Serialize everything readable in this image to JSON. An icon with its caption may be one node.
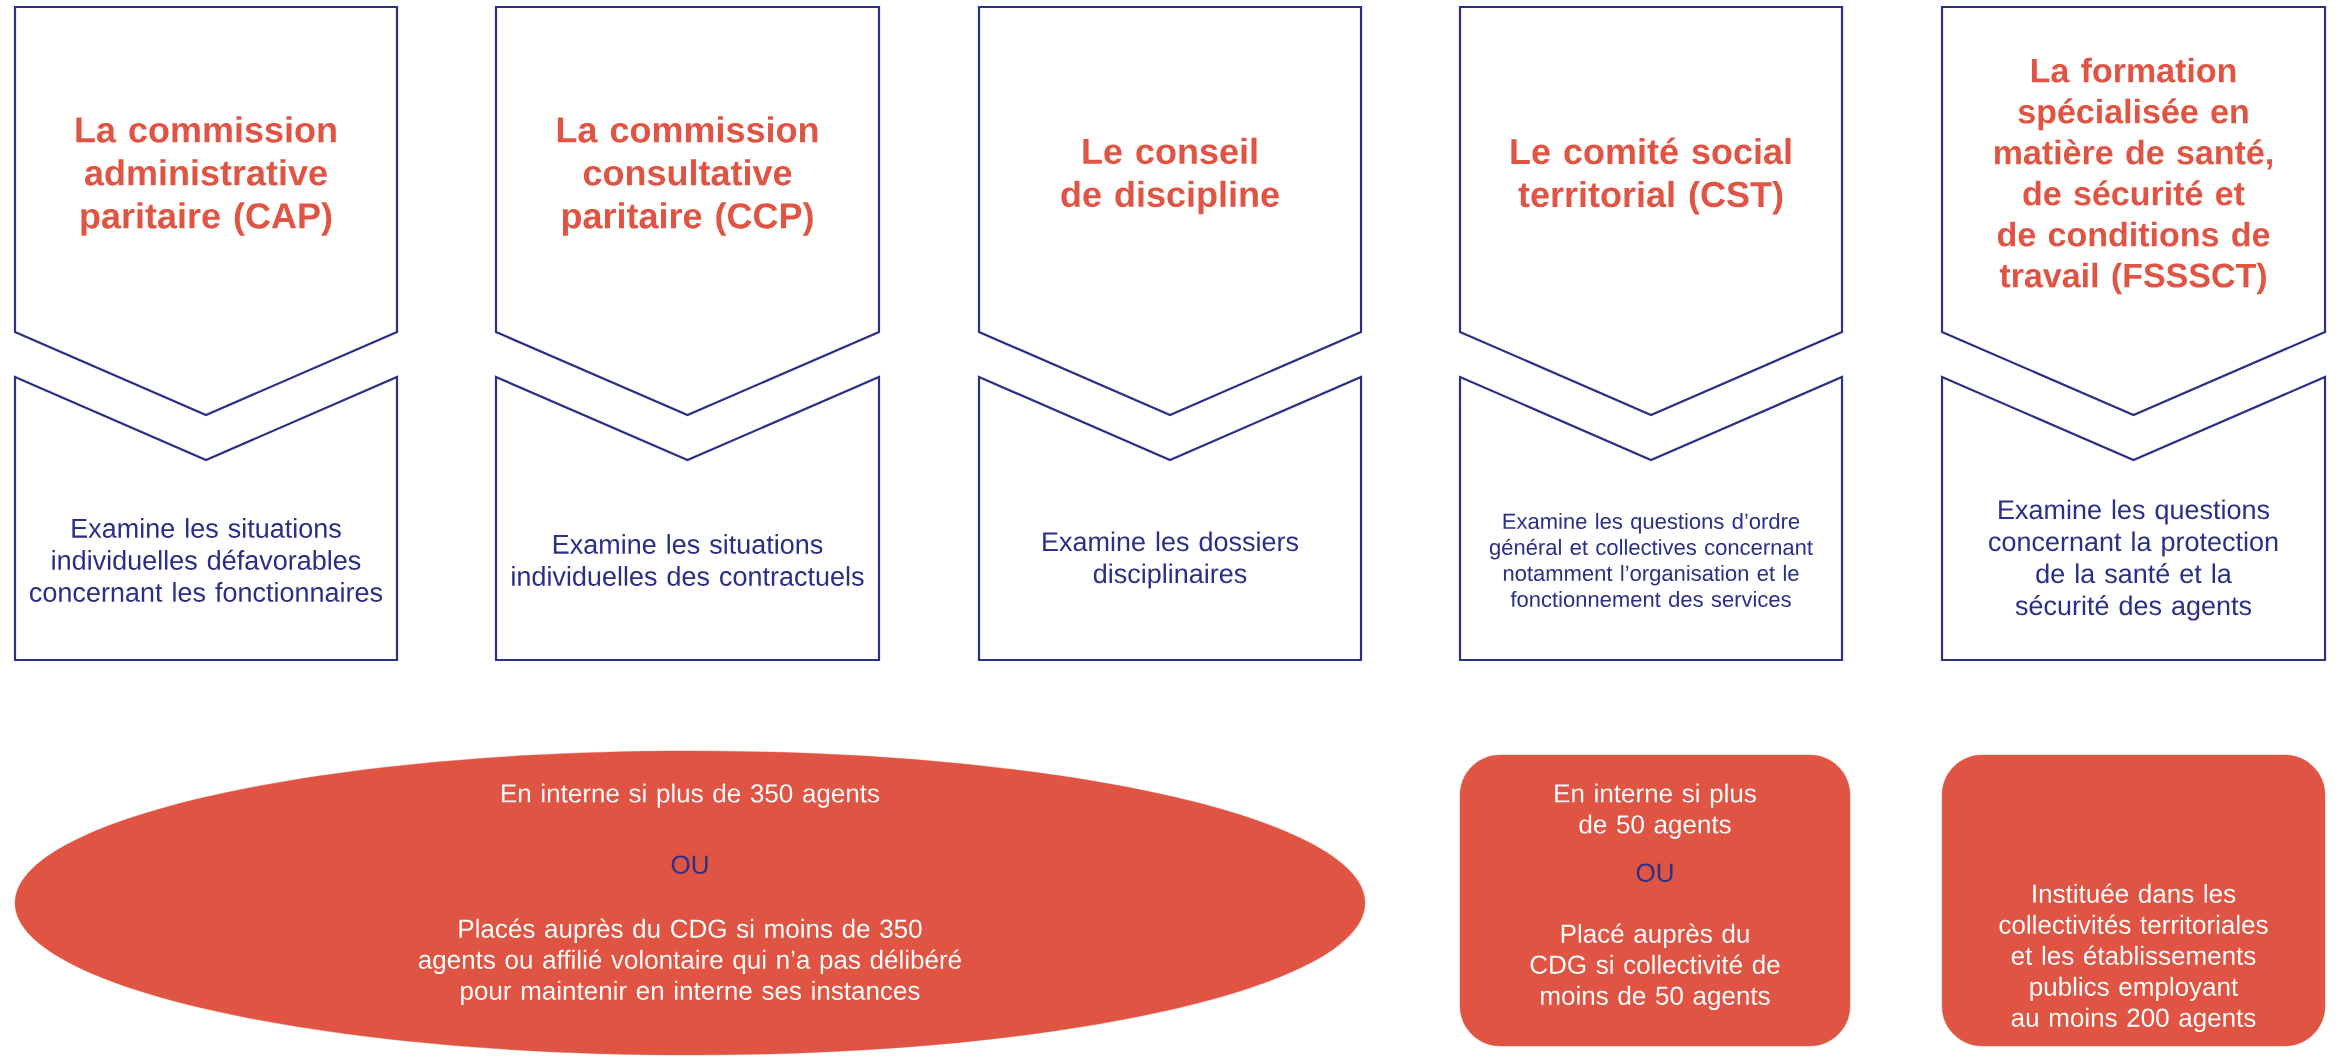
{
  "diagram": {
    "nodes": [
      {
        "text": [
          "La commission administrative paritaire (CAP)"
        ]
      },
      {
        "text": [
          "Examine les situations individuelles défavorables concernant les fonctionnaires"
        ]
      },
      {
        "text": [
          "La commission consultative paritaire (CCP)"
        ]
      },
      {
        "text": [
          "Examine les situations individuelles des contractuels"
        ]
      },
      {
        "text": [
          "Le conseil de discipline"
        ]
      },
      {
        "text": [
          "Examine les dossiers disciplinaires"
        ]
      },
      {
        "text": [
          "Le comité social territorial (CST)"
        ]
      },
      {
        "text": [
          "Examine les questions d’ordre général et collectives concernant notamment l’organisation et le fonctionnement des services"
        ]
      },
      {
        "text": [
          "La formation spécialisée en matière de santé, de sécurité et de conditions de travail  (FSSSCT)"
        ]
      },
      {
        "text": [
          "Examine les questions concernant la protection de la santé et la sécurité des agents"
        ]
      },
      {
        "text": [
          "En interne si plus de 350 agents",
          "OU",
          "Placés auprès du CDG si moins de 350 agents ou affilié volontaire qui n’a pas délibéré pour maintenir en interne ses instances"
        ]
      },
      {
        "text": [
          "En interne si plus de 50 agents",
          "OU",
          "Placé auprès du CDG si collectivité de moins de 50 agents"
        ]
      },
      {
        "text": [
          "Instituée dans les collectivités territoriales et les établissements publics employant au moins 200 agents"
        ]
      }
    ]
  }
}
